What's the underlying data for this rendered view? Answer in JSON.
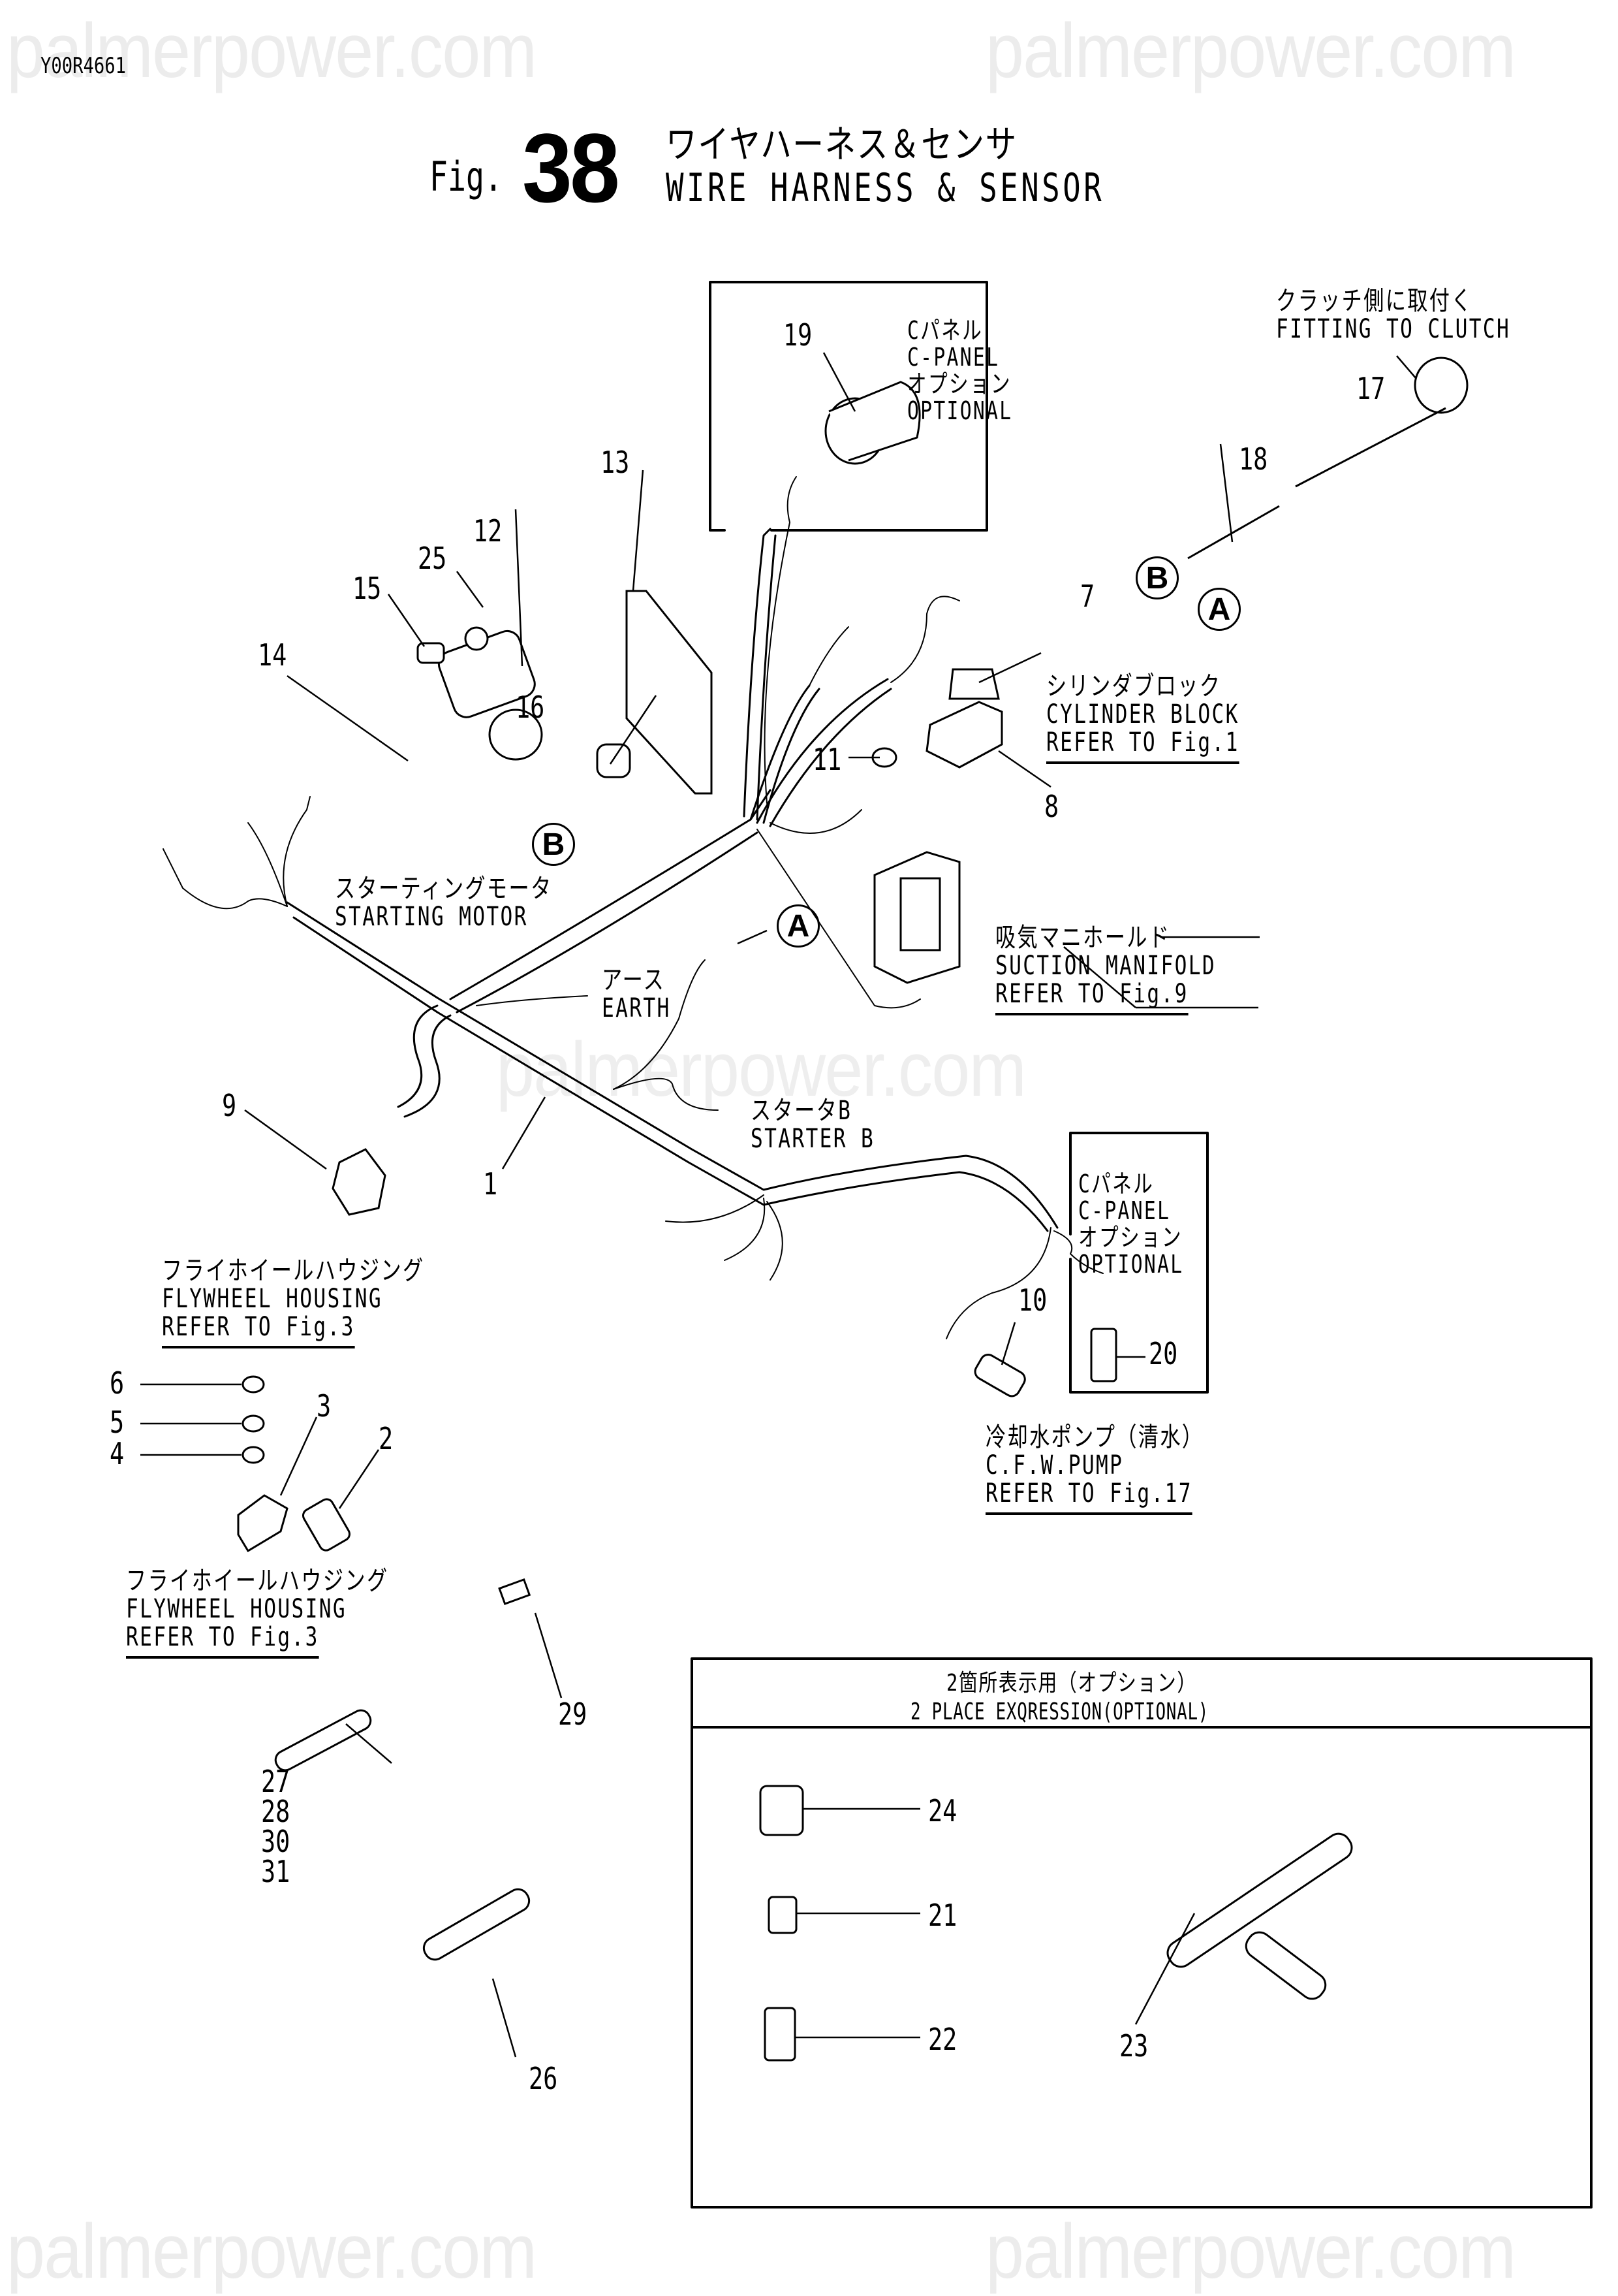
{
  "document": {
    "code": "Y00R4661",
    "fig_prefix": "Fig.",
    "fig_number": "38",
    "title_jp": "ワイヤハーネス＆センサ",
    "title_en": "WIRE HARNESS & SENSOR",
    "watermark": "palmerpower.com"
  },
  "boxes": {
    "cpanel_top": [
      "Cパネル",
      "C-PANEL",
      "オプション",
      "OPTIONAL"
    ],
    "cpanel_mid": [
      "Cパネル",
      "C-PANEL",
      "オプション",
      "OPTIONAL"
    ],
    "two_place": {
      "jp": "2箇所表示用（オプション）",
      "en": "2 PLACE EXQRESSION(OPTIONAL)"
    }
  },
  "annotations": {
    "fitting_clutch": [
      "クラッチ側に取付く",
      "FITTING TO CLUTCH"
    ],
    "cylinder_block": [
      "シリンダブロック",
      "CYLINDER BLOCK",
      "REFER TO Fig.1"
    ],
    "starting_motor": [
      "スターティングモータ",
      "STARTING MOTOR"
    ],
    "suction_manifold": [
      "吸気マニホールド",
      "SUCTION MANIFOLD",
      "REFER TO Fig.9"
    ],
    "earth": [
      "アース",
      "EARTH"
    ],
    "starter_b": [
      "スタータB",
      "STARTER B"
    ],
    "flywheel_1": [
      "フライホイールハウジング",
      "FLYWHEEL HOUSING",
      "REFER TO Fig.3"
    ],
    "flywheel_2": [
      "フライホイールハウジング",
      "FLYWHEEL HOUSING",
      "REFER TO Fig.3"
    ],
    "cfw_pump": [
      "冷却水ポンプ（清水）",
      "C.F.W.PUMP",
      "REFER TO Fig.17"
    ]
  },
  "connectors": {
    "a": "A",
    "b": "B"
  },
  "callouts": {
    "p1": "1",
    "p2": "2",
    "p3": "3",
    "p4": "4",
    "p5": "5",
    "p6": "6",
    "p7": "7",
    "p8": "8",
    "p9": "9",
    "p10": "10",
    "p11": "11",
    "p12": "12",
    "p13": "13",
    "p14": "14",
    "p15": "15",
    "p16": "16",
    "p17": "17",
    "p18": "18",
    "p19": "19",
    "p20": "20",
    "p21": "21",
    "p22": "22",
    "p23": "23",
    "p24": "24",
    "p25": "25",
    "p26": "26",
    "p27_31": [
      "27",
      "28",
      "30",
      "31"
    ],
    "p29": "29"
  }
}
